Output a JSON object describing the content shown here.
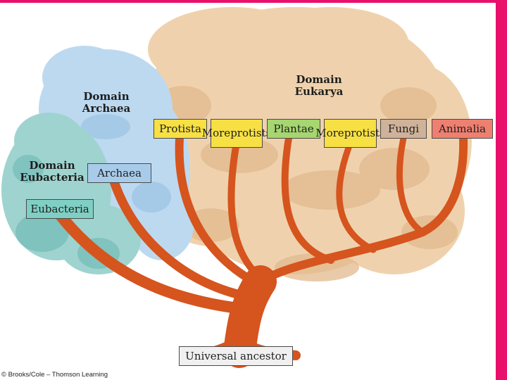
{
  "domains": {
    "archaea": {
      "word": "Domain",
      "name": "Archaea"
    },
    "eukarya": {
      "word": "Domain",
      "name": "Eukarya"
    },
    "eubacteria": {
      "word": "Domain",
      "name": "Eubacteria"
    }
  },
  "groups": {
    "protista": "Protista",
    "more_protists_1": [
      "More",
      "protists"
    ],
    "plantae": "Plantae",
    "more_protists_2": [
      "More",
      "protists"
    ],
    "fungi": "Fungi",
    "animalia": "Animalia",
    "archaea": "Archaea",
    "eubacteria": "Eubacteria"
  },
  "root": "Universal ancestor",
  "credit": "© Brooks/Cole – Thomson Learning",
  "colors": {
    "accent_border": "#e8106a",
    "eukarya_foliage": "#efd2ad",
    "archaea_foliage": "#bdd9f0",
    "eubacteria_foliage": "#9fd3cf",
    "branch": "#d6541e",
    "protista_box": "#f7e044",
    "more_protists_box": "#f7e044",
    "plantae_box": "#a6d66f",
    "fungi_box": "#cfb29a",
    "animalia_box": "#ef7f70",
    "archaea_box": "#a8cbea",
    "eubacteria_box": "#7fcfc4",
    "root_box": "#f0f0f0"
  }
}
